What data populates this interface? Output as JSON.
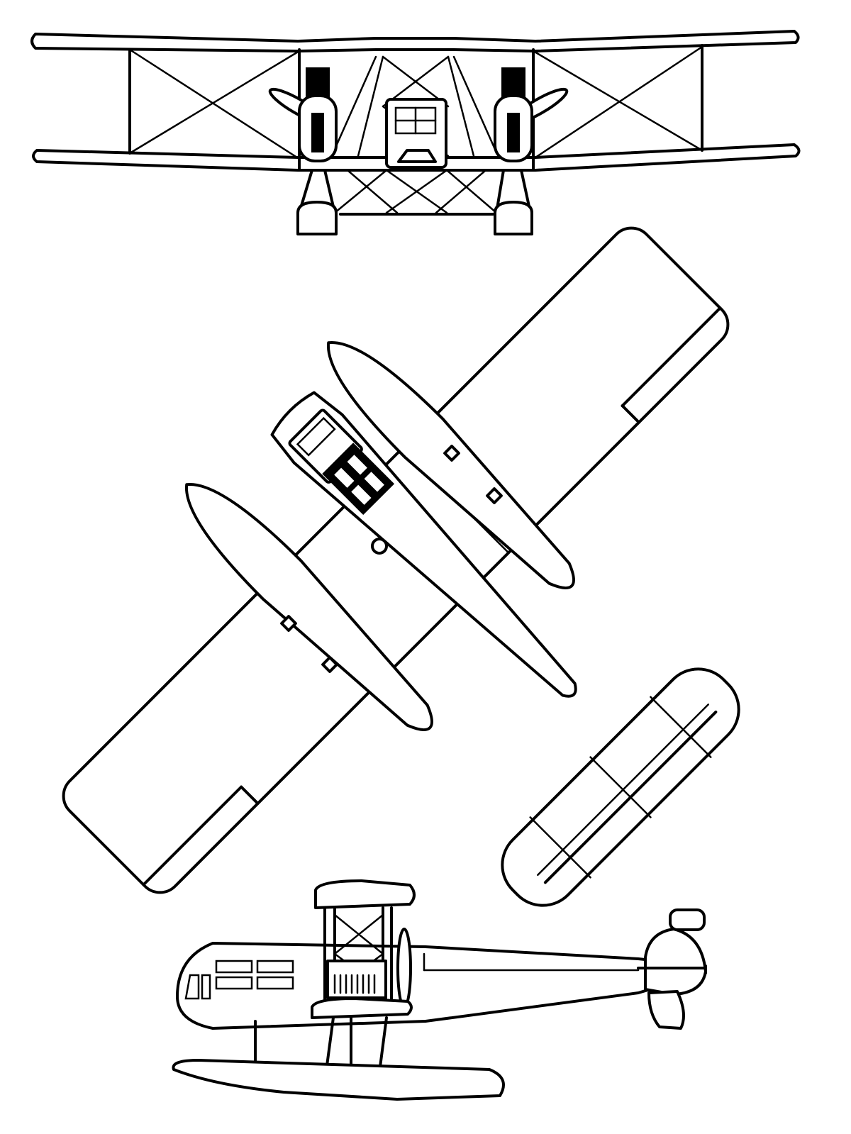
{
  "drawing": {
    "subject": "",
    "line_color": "#000000",
    "background_color": "#ffffff",
    "views": [
      "front",
      "top",
      "side"
    ]
  }
}
